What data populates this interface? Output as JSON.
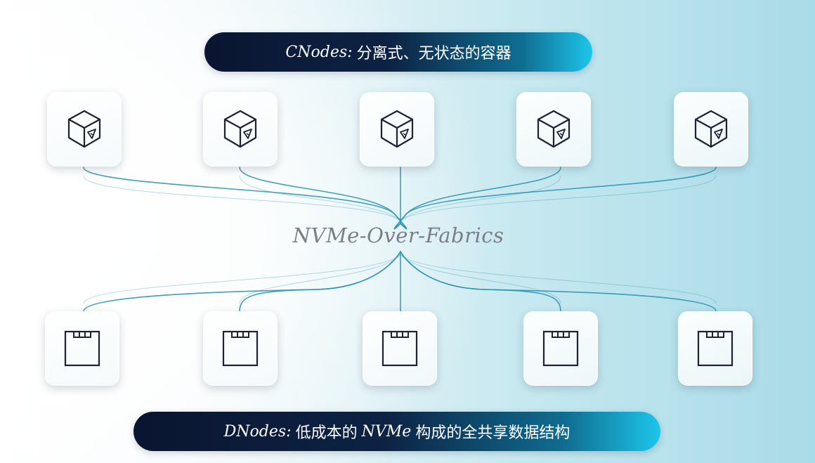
{
  "cnodes_banner": {
    "lead": "CNodes:",
    "text": "分离式、无状态的容器"
  },
  "dnodes_banner": {
    "lead": "DNodes:",
    "text_a": "低成本的",
    "mid": "NVMe",
    "text_b": "构成的全共享数据结构"
  },
  "fabric_label": "NVMe-Over-Fabrics",
  "cnode_icon": "container-cube-icon",
  "dnode_icon": "storage-box-icon",
  "colors": {
    "link": "#2e95b3",
    "banner_dark": "#0a1530",
    "banner_light": "#1cc6ea",
    "icon_stroke": "#1c2233"
  }
}
